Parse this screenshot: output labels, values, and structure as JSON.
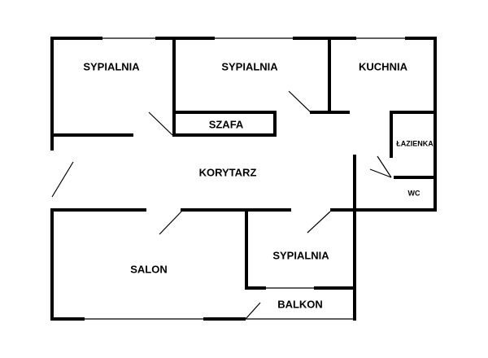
{
  "rooms": {
    "bedroom_1": "SYPIALNIA",
    "bedroom_2": "SYPIALNIA",
    "kitchen": "KUCHNIA",
    "wardrobe": "SZAFA",
    "bathroom": "ŁAZIENKA",
    "corridor": "KORYTARZ",
    "wc": "WC",
    "living_room": "SALON",
    "bedroom_3": "SYPIALNIA",
    "balcony": "BALKON"
  },
  "colors": {
    "wall": "#000000",
    "background": "#ffffff"
  }
}
